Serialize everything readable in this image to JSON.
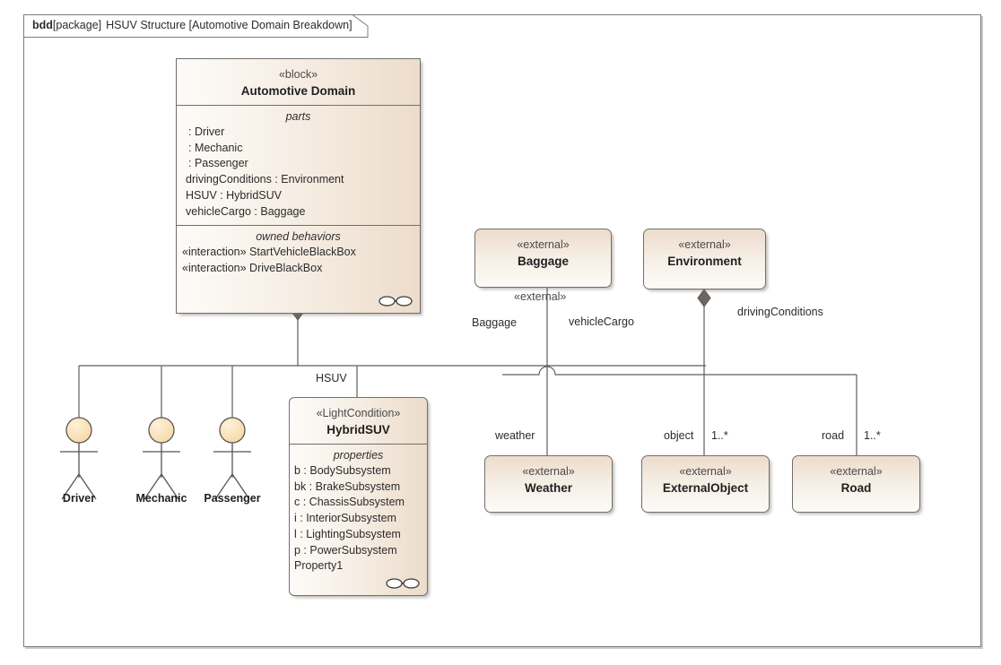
{
  "frame": {
    "kind": "bdd",
    "scope": "[package]",
    "title": "HSUV Structure [Automotive Domain Breakdown]"
  },
  "colors": {
    "block_fill_light": "#fdfbf8",
    "block_fill_dark": "#ecdccb",
    "border": "#6f6f6f",
    "line": "#5e5e5e",
    "diamond": "#6b6762",
    "actor_head": "#fbe2bb",
    "text": "#2b2b2b"
  },
  "blocks": {
    "automotive_domain": {
      "stereotype": "«block»",
      "name": "Automotive Domain",
      "parts_title": "parts",
      "parts": [
        ": Driver",
        ": Mechanic",
        ": Passenger",
        "drivingConditions : Environment",
        "HSUV : HybridSUV",
        "vehicleCargo : Baggage"
      ],
      "behaviors_title": "owned behaviors",
      "behaviors": [
        "«interaction» StartVehicleBlackBox",
        "«interaction» DriveBlackBox"
      ],
      "badge": "interaction-icon"
    },
    "hybrid_suv": {
      "stereotype": "«LightCondition»",
      "name": "HybridSUV",
      "properties_title": "properties",
      "properties": [
        "b : BodySubsystem",
        "bk : BrakeSubsystem",
        "c : ChassisSubsystem",
        "i : InteriorSubsystem",
        "l : LightingSubsystem",
        "p : PowerSubsystem",
        "Property1"
      ],
      "badge": "interaction-icon"
    },
    "baggage": {
      "stereotype": "«external»",
      "name": "Baggage"
    },
    "environment": {
      "stereotype": "«external»",
      "name": "Environment"
    },
    "weather": {
      "stereotype": "«external»",
      "name": "Weather"
    },
    "external_object": {
      "stereotype": "«external»",
      "name": "ExternalObject"
    },
    "road": {
      "stereotype": "«external»",
      "name": "Road"
    }
  },
  "actors": [
    {
      "name": "Driver"
    },
    {
      "name": "Mechanic"
    },
    {
      "name": "Passenger"
    }
  ],
  "edge_labels": {
    "hsuv": "HSUV",
    "vehicle_cargo": "vehicleCargo",
    "driving_conditions": "drivingConditions",
    "weather": "weather",
    "object": "object",
    "object_mult": "1..*",
    "road": "road",
    "road_mult": "1..*",
    "ghost_stereotype": "«external»",
    "ghost_name": "Baggage"
  }
}
